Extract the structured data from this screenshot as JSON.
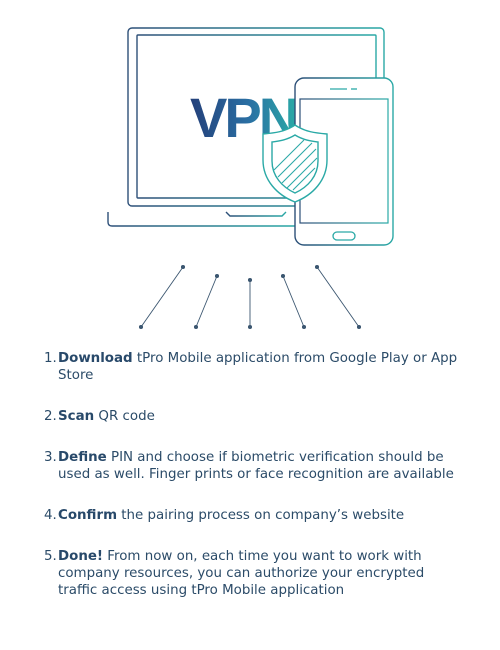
{
  "illustration": {
    "vpn_text": "VPN",
    "colors": {
      "teal": "#2aa9a6",
      "navy": "#263e6e",
      "blue": "#2e6aa0",
      "line": "#3b5670"
    }
  },
  "steps": [
    {
      "number": "1.",
      "keyword": "Download",
      "text": " tPro Mobile application from Google Play or App Store"
    },
    {
      "number": "2.",
      "keyword": "Scan",
      "text": " QR code"
    },
    {
      "number": "3.",
      "keyword": "Define",
      "text": " PIN and choose if biometric verification should be used as well. Finger prints or face recognition are available"
    },
    {
      "number": "4.",
      "keyword": "Confirm",
      "text": " the pairing process on company’s website"
    },
    {
      "number": "5.",
      "keyword": "Done!",
      "text": " From now on, each time you want to work with company resources, you can authorize your encrypted traffic access using tPro Mobile application"
    }
  ]
}
